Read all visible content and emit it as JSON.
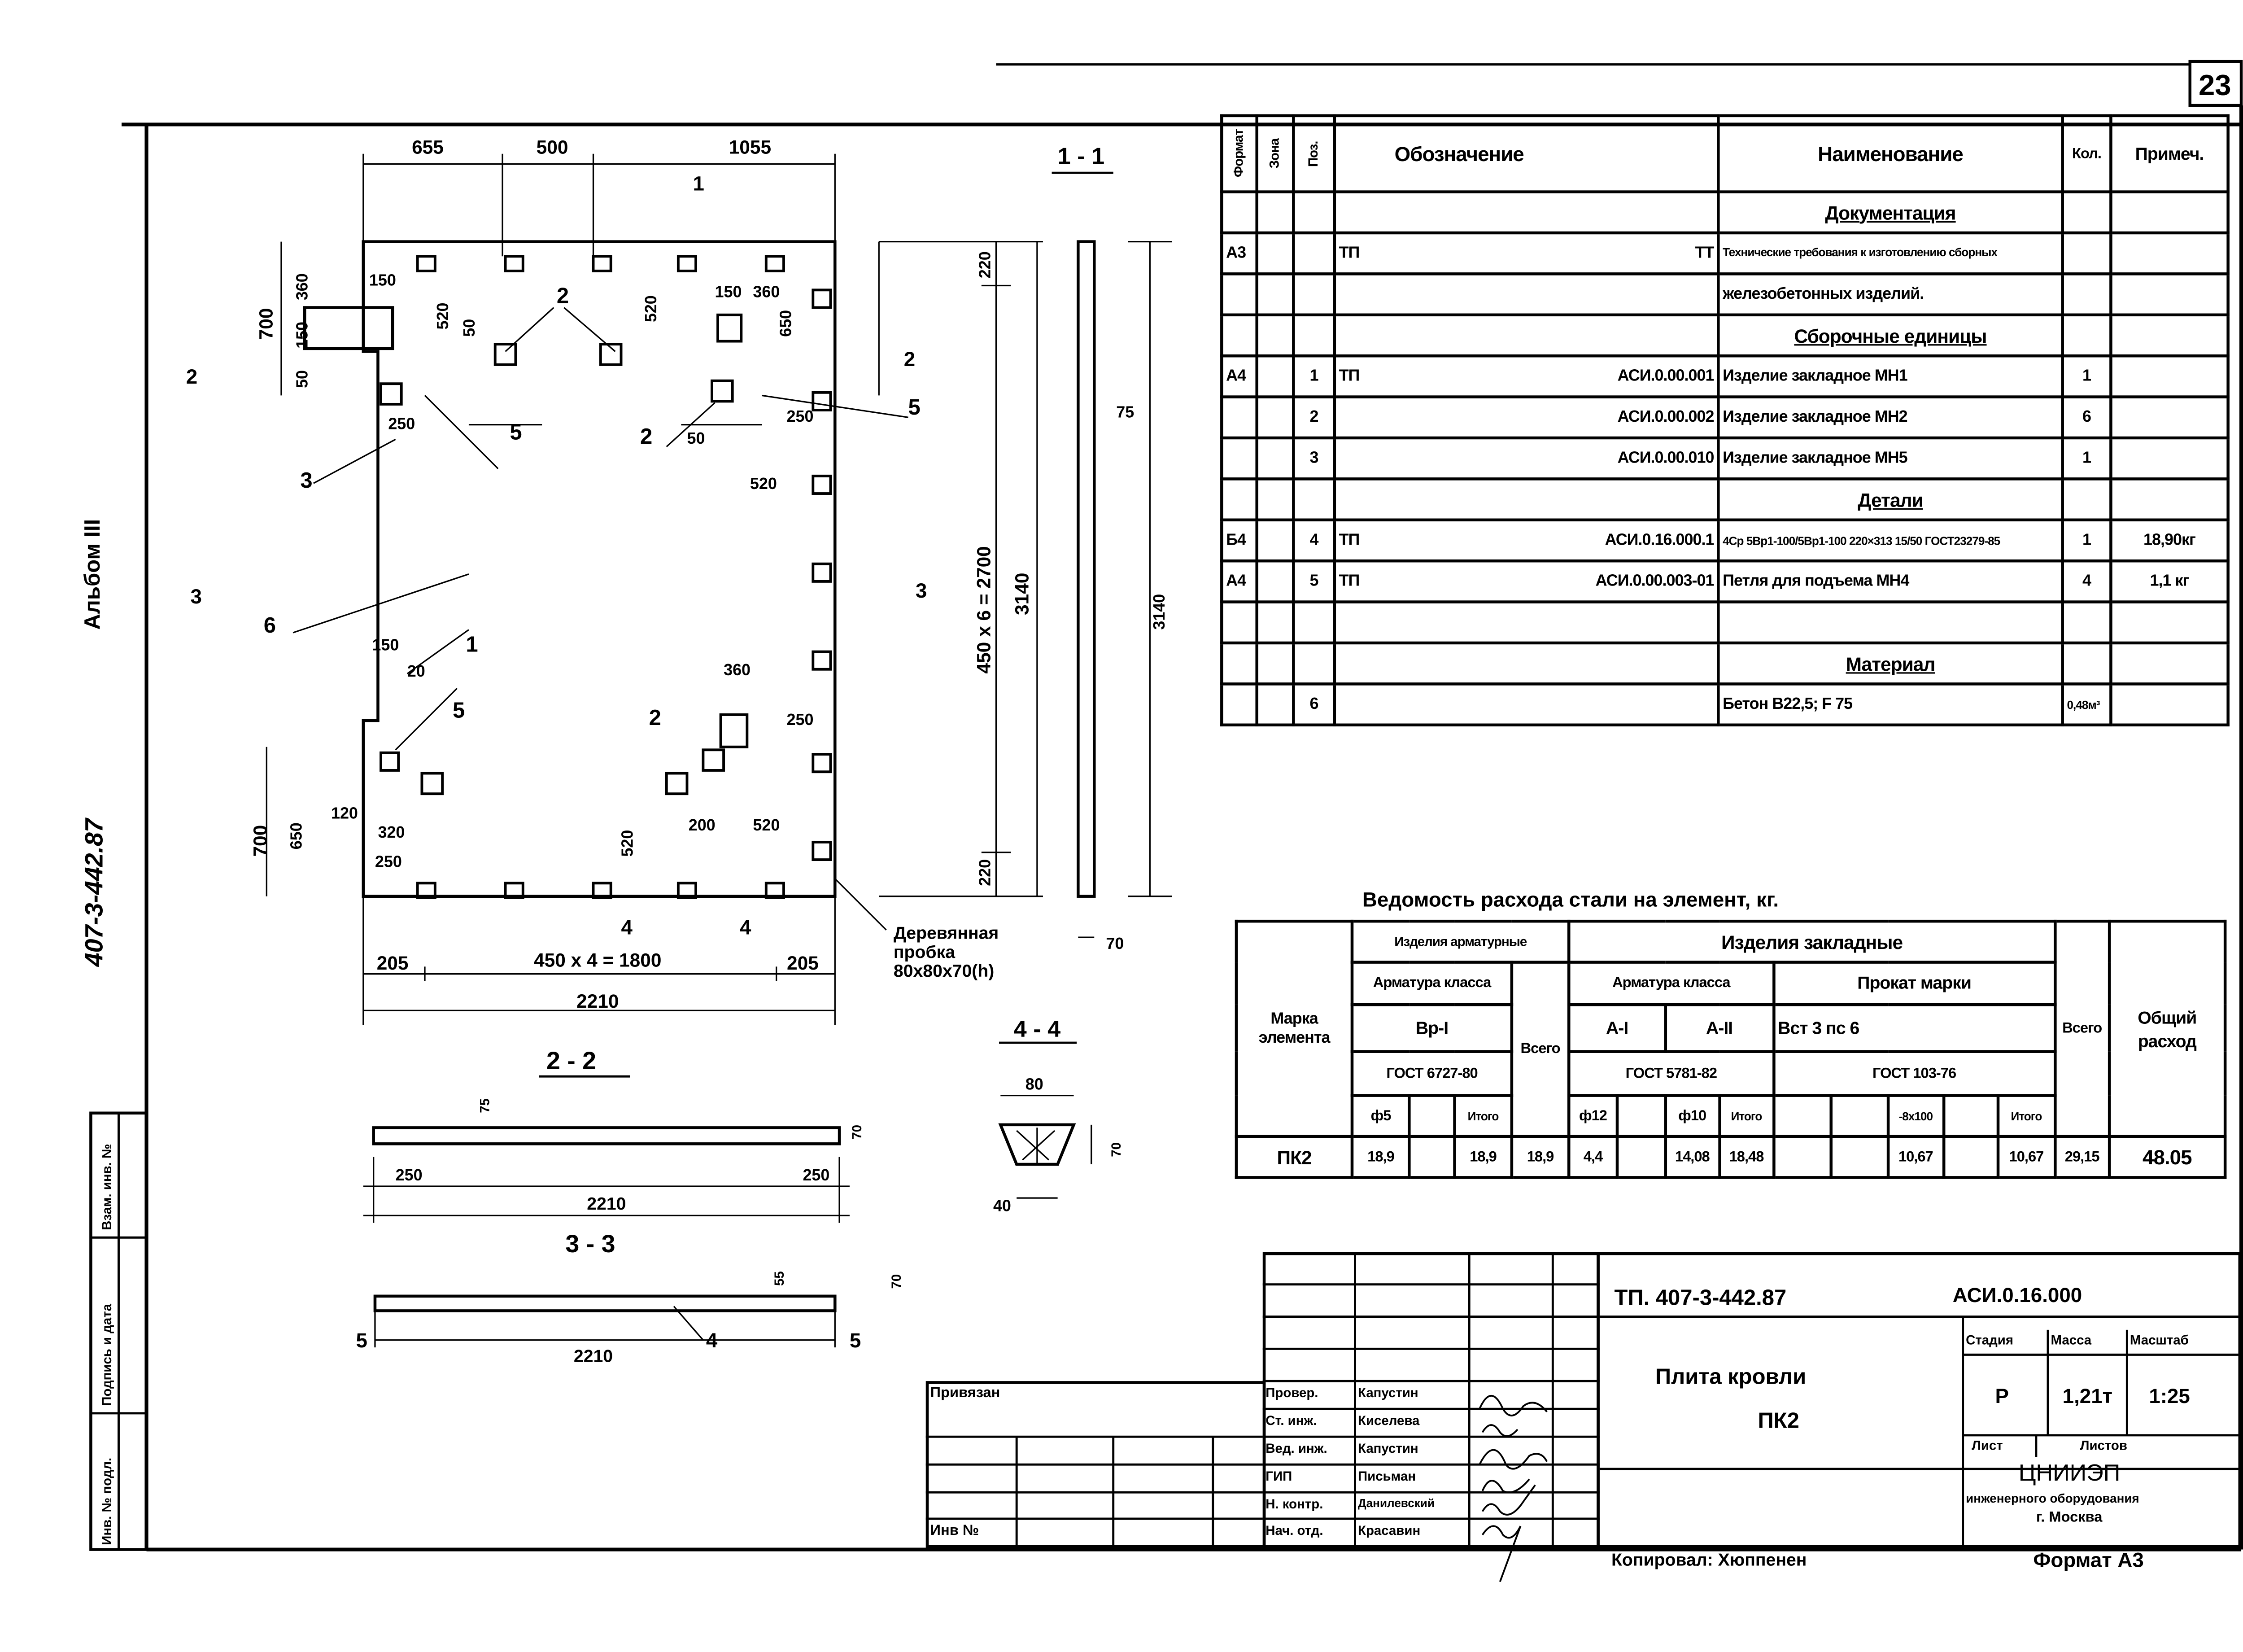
{
  "sheet": {
    "page_number": "23",
    "album": "Альбом III",
    "project_code": "407-3-442.87"
  },
  "side_stamp": {
    "inv_podl": "Инв. № подл.",
    "sign_date": "Подпись и дата",
    "vzam_inv": "Взам. инв. №"
  },
  "spec": {
    "headers": {
      "format": "Формат",
      "zone": "Зона",
      "pos": "Поз.",
      "designation": "Обозначение",
      "name": "Наименование",
      "qty": "Кол.",
      "note": "Примеч."
    },
    "rows": [
      {
        "section": "Документация"
      },
      {
        "format": "А3",
        "doc": "ТП",
        "designation": "ТТ",
        "name": "Технические требования к изготовлению сборных"
      },
      {
        "name": "железобетонных изделий."
      },
      {
        "section": "Сборочные единицы"
      },
      {
        "format": "А4",
        "pos": "1",
        "doc": "ТП",
        "designation": "АСИ.0.00.001",
        "name": "Изделие закладное МН1",
        "qty": "1"
      },
      {
        "pos": "2",
        "designation": "АСИ.0.00.002",
        "name": "Изделие закладное МН2",
        "qty": "6"
      },
      {
        "pos": "3",
        "designation": "АСИ.0.00.010",
        "name": "Изделие закладное МН5",
        "qty": "1"
      },
      {
        "section": "Детали"
      },
      {
        "format": "Б4",
        "pos": "4",
        "doc": "ТП",
        "designation": "АСИ.0.16.000.1",
        "name": "4Ср 5Вр1-100/5Вр1-100 220×313 15/50 ГОСТ23279-85",
        "qty": "1",
        "note": "18,90кг"
      },
      {
        "format": "А4",
        "pos": "5",
        "doc": "ТП",
        "designation": "АСИ.0.00.003-01",
        "name": "Петля для подъема МН4",
        "qty": "4",
        "note": "1,1 кг"
      },
      {},
      {
        "section": "Материал"
      },
      {
        "pos": "6",
        "name": "Бетон В22,5; F 75",
        "qty": "0,48м³"
      }
    ]
  },
  "steel": {
    "title": "Ведомость расхода стали на элемент, кг.",
    "mark_header": "Марка элемента",
    "arm_products": "Изделия арматурные",
    "embedded_products": "Изделия закладные",
    "rebar_class": "Арматура класса",
    "rolled_grade": "Прокат марки",
    "total": "Всего",
    "grand_total": "Общий расход",
    "class_vr": "Вр-I",
    "class_a1": "А-I",
    "class_a2": "А-II",
    "grade_vst": "Вст 3 пс 6",
    "gost_6727": "ГОСТ 6727-80",
    "gost_5781": "ГОСТ 5781-82",
    "gost_103": "ГОСТ 103-76",
    "d5": "ф5",
    "d12": "ф12",
    "d10": "ф10",
    "strip": "-8х100",
    "subtotal": "Итого",
    "row": {
      "mark": "ПК2",
      "vr_d5": "18,9",
      "vr_total": "18,9",
      "arm_total": "18,9",
      "a1_d12": "4,4",
      "a2_d10": "14,08",
      "a_total": "18,48",
      "strip": "10,67",
      "rolled_total": "10,67",
      "emb_total": "29,15",
      "grand": "48.05"
    }
  },
  "title_block": {
    "project": "ТП. 407-3-442.87",
    "code": "АСИ.0.16.000",
    "element_name": "Плита кровли",
    "element_mark": "ПК2",
    "stage_label": "Стадия",
    "mass_label": "Масса",
    "scale_label": "Масштаб",
    "stage": "Р",
    "mass": "1,21т",
    "scale": "1:25",
    "sheet_label": "Лист",
    "sheets_label": "Листов",
    "org1": "ЦНИИЭП",
    "org2": "инженерного оборудования",
    "org3": "г. Москва",
    "attached": "Привязан",
    "inv_no": "Инв №",
    "copied": "Копировал: Хюппенен",
    "format": "Формат А3",
    "signers": [
      {
        "role": "Провер.",
        "name": "Капустин"
      },
      {
        "role": "Ст. инж.",
        "name": "Киселева"
      },
      {
        "role": "Вед. инж.",
        "name": "Капустин"
      },
      {
        "role": "ГИП",
        "name": "Письман"
      },
      {
        "role": "Н. контр.",
        "name": "Данилевский"
      },
      {
        "role": "Нач. отд.",
        "name": "Красавин"
      }
    ]
  },
  "drawing": {
    "plan_top_dims": [
      "655",
      "500",
      "1055"
    ],
    "plan_bottom_dims": [
      "205",
      "450 x 4 = 1800",
      "205",
      "2210"
    ],
    "plan_side_dims": [
      "700",
      "360",
      "150",
      "50",
      "220",
      "450 x 6 = 2700",
      "3140",
      "220",
      "700",
      "650"
    ],
    "plan_inner_dims": [
      "150",
      "520",
      "50",
      "150",
      "360",
      "650",
      "520",
      "250",
      "520",
      "150",
      "360",
      "250",
      "520",
      "520",
      "200",
      "120",
      "320",
      "250",
      "20",
      "50",
      "250"
    ],
    "callouts": [
      "1",
      "2",
      "3",
      "5",
      "6"
    ],
    "cut_marks": [
      "1",
      "2",
      "3",
      "4"
    ],
    "wood_plug": "Деревянная пробка 80х80х70(h)",
    "section_1_1": "1 - 1",
    "s11_dims": [
      "3140",
      "75",
      "70"
    ],
    "section_2_2": "2 - 2",
    "s22_dims": [
      "75",
      "250",
      "2210",
      "250",
      "70"
    ],
    "section_3_3": "3 - 3",
    "s33_dims": [
      "2210",
      "55",
      "70"
    ],
    "s33_callouts": [
      "5",
      "4",
      "5"
    ],
    "section_4_4": "4 - 4",
    "s44_dims": [
      "80",
      "70",
      "40"
    ]
  }
}
